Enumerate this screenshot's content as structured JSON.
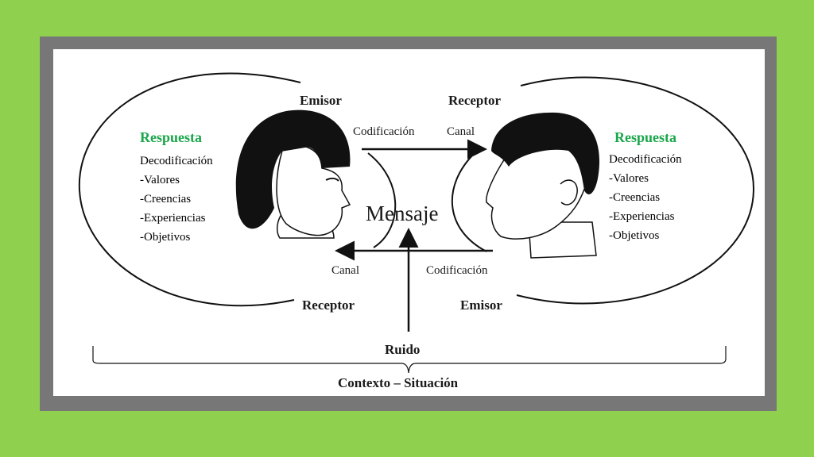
{
  "colors": {
    "background": "#8fd14f",
    "frame": "#777777",
    "accent_green": "#1aa64a",
    "ink": "#1a1a1a"
  },
  "left": {
    "role_top": "Emisor",
    "role_bottom": "Receptor",
    "response_title": "Respuesta",
    "response_items": [
      "Decodificación",
      "-Valores",
      "-Creencias",
      "-Experiencias",
      "-Objetivos"
    ]
  },
  "right": {
    "role_top": "Receptor",
    "role_bottom": "Emisor",
    "response_title": "Respuesta",
    "response_items": [
      "Decodificación",
      "-Valores",
      "-Creencias",
      "-Experiencias",
      "-Objetivos"
    ]
  },
  "flow": {
    "top_left": "Codificación",
    "top_right": "Canal",
    "bottom_left": "Canal",
    "bottom_right": "Codificación",
    "center": "Mensaje"
  },
  "noise": "Ruido",
  "context": "Contexto – Situación"
}
